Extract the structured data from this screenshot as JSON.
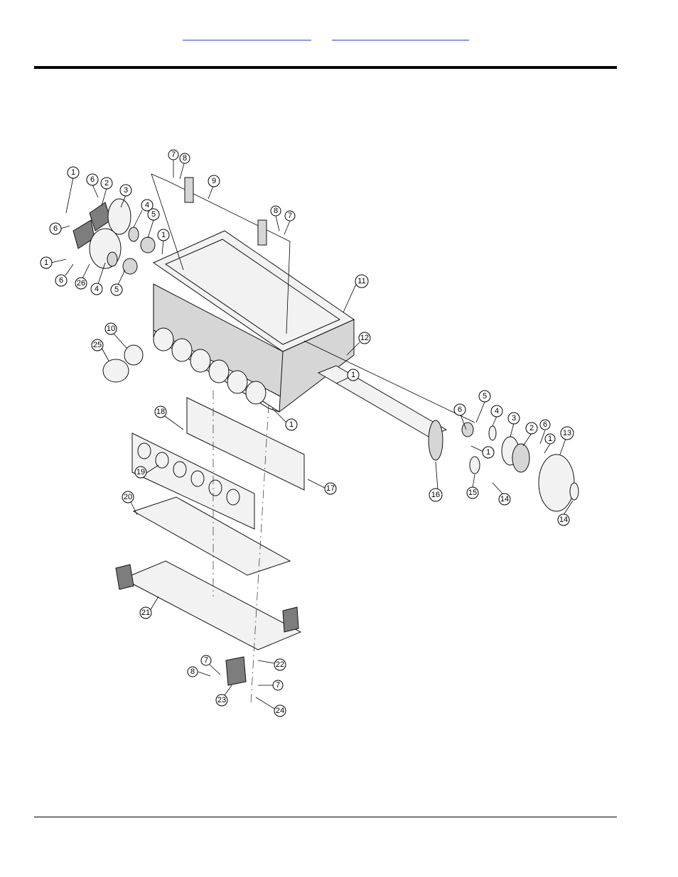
{
  "header": {
    "link_a": "",
    "link_b": ""
  },
  "callouts": {
    "c1": "1",
    "c2": "2",
    "c3": "3",
    "c4": "4",
    "c5": "5",
    "c6": "6",
    "c7": "7",
    "c8": "8",
    "c9": "9",
    "c10": "10",
    "c11": "11",
    "c12": "12",
    "c13": "13",
    "c14": "14",
    "c15": "15",
    "c16": "16",
    "c17": "17",
    "c18": "18",
    "c19": "19",
    "c20": "20",
    "c21": "21",
    "c22": "22",
    "c23": "23",
    "c24": "24",
    "c25": "25",
    "c26": "26"
  }
}
